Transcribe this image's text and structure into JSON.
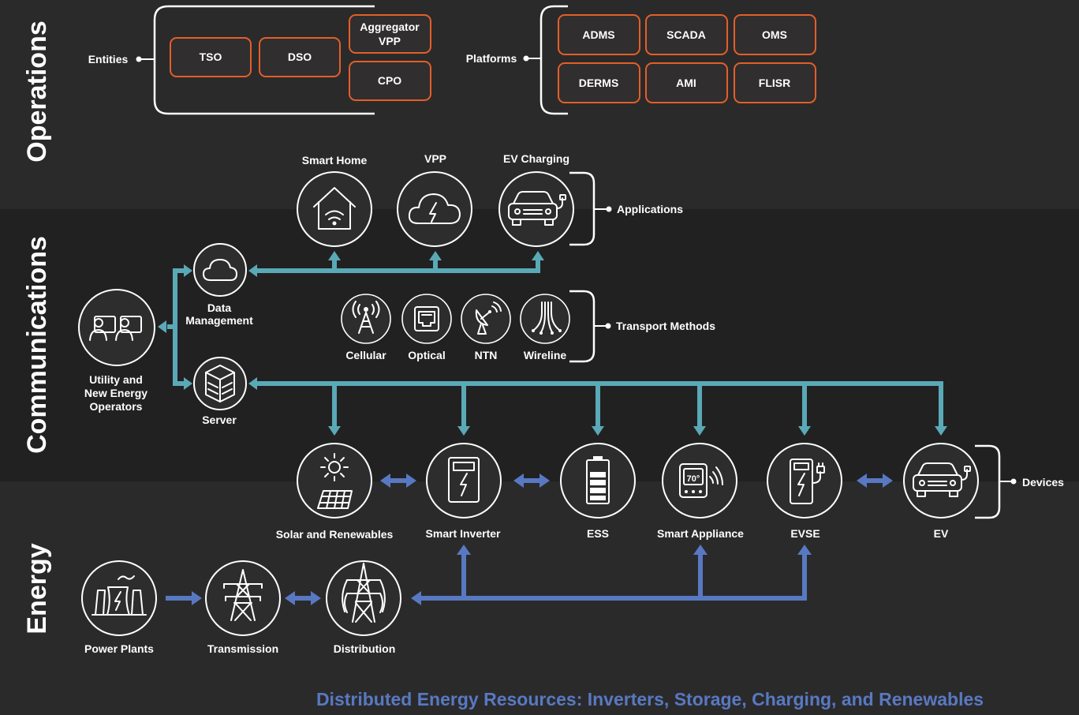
{
  "bands": {
    "operations": "Operations",
    "communications": "Communications",
    "energy": "Energy"
  },
  "operations": {
    "entities_label": "Entities",
    "entities": [
      "TSO",
      "DSO",
      "Aggregator VPP",
      "CPO"
    ],
    "aggregator_line1": "Aggregator",
    "aggregator_line2": "VPP",
    "platforms_label": "Platforms",
    "platforms": [
      "ADMS",
      "SCADA",
      "OMS",
      "DERMS",
      "AMI",
      "FLISR"
    ]
  },
  "applications": {
    "label": "Applications",
    "items": [
      "Smart Home",
      "VPP",
      "EV Charging"
    ]
  },
  "transport": {
    "label": "Transport Methods",
    "items": [
      "Cellular",
      "Optical",
      "NTN",
      "Wireline"
    ]
  },
  "operators": {
    "line1": "Utility and",
    "line2": "New Energy",
    "line3": "Operators"
  },
  "data_management": {
    "line1": "Data",
    "line2": "Management"
  },
  "server": "Server",
  "devices": {
    "label": "Devices",
    "items": [
      "Solar and Renewables",
      "Smart Inverter",
      "ESS",
      "Smart Appliance",
      "EVSE",
      "EV"
    ]
  },
  "energy": {
    "items": [
      "Power Plants",
      "Transmission",
      "Distribution"
    ]
  },
  "thermostat_reading": "70°",
  "footer": "Distributed Energy Resources: Inverters, Storage, Charging, and Renewables",
  "colors": {
    "background": "#2b2a2b",
    "communications_band": "#222122",
    "orange": "#e35f28",
    "teal": "#5aa9b7",
    "blue": "#5879c2",
    "footer_text": "#5879c2"
  }
}
